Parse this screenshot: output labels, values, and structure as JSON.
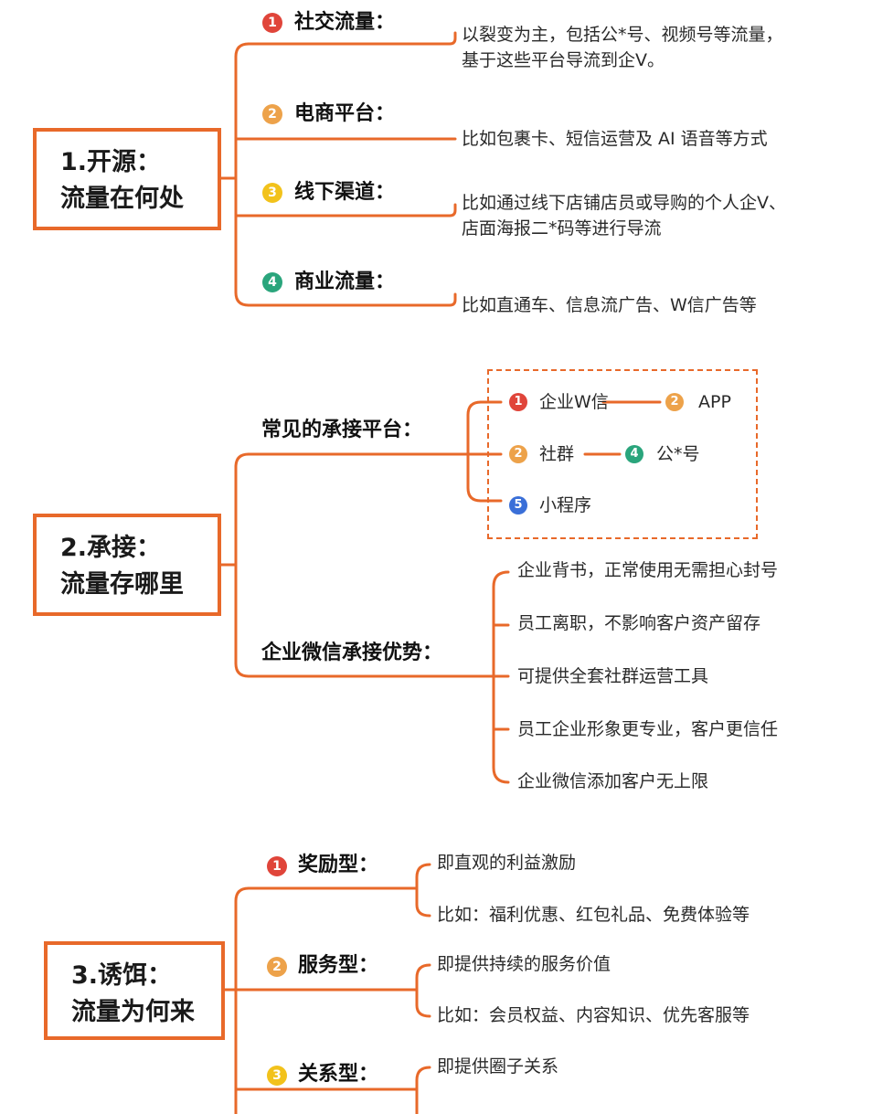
{
  "section1": {
    "topic_line1": "1.开源：",
    "topic_line2": "流量在何处",
    "branches": [
      {
        "num": "1",
        "label": "社交流量：",
        "desc_lines": [
          "以裂变为主，包括公*号、视频号等流量，",
          "基于这些平台导流到企V。"
        ]
      },
      {
        "num": "2",
        "label": "电商平台：",
        "desc_lines": [
          "比如包裹卡、短信运营及 AI 语音等方式"
        ]
      },
      {
        "num": "3",
        "label": "线下渠道：",
        "desc_lines": [
          "比如通过线下店铺店员或导购的个人企V、",
          "店面海报二*码等进行导流"
        ]
      },
      {
        "num": "4",
        "label": "商业流量：",
        "desc_lines": [
          "比如直通车、信息流广告、W信广告等"
        ]
      }
    ]
  },
  "section2": {
    "topic_line1": "2.承接：",
    "topic_line2": "流量存哪里",
    "platforms_label": "常见的承接平台：",
    "platforms": [
      {
        "num": "1",
        "name": "企业W信"
      },
      {
        "num": "2",
        "name": "APP"
      },
      {
        "num": "2",
        "name": "社群"
      },
      {
        "num": "4",
        "name": "公*号"
      },
      {
        "num": "5",
        "name": "小程序"
      }
    ],
    "advantages_label": "企业微信承接优势：",
    "advantages": [
      "企业背书，正常使用无需担心封号",
      "员工离职，不影响客户资产留存",
      "可提供全套社群运营工具",
      "员工企业形象更专业，客户更信任",
      "企业微信添加客户无上限"
    ]
  },
  "section3": {
    "topic_line1": "3.诱饵：",
    "topic_line2": "流量为何来",
    "branches": [
      {
        "num": "1",
        "label": "奖励型：",
        "items": [
          "即直观的利益激励",
          "比如：福利优惠、红包礼品、免费体验等"
        ]
      },
      {
        "num": "2",
        "label": "服务型：",
        "items": [
          "即提供持续的服务价值",
          "比如：会员权益、内容知识、优先客服等"
        ]
      },
      {
        "num": "3",
        "label": "关系型：",
        "items": [
          "即提供圈子关系"
        ]
      }
    ]
  },
  "colors": {
    "accent": "#e8692a",
    "red": "#e0453a",
    "orange": "#eda24a",
    "yellow": "#f2c21b",
    "green": "#2aa57c",
    "blue": "#3a6fd8"
  }
}
